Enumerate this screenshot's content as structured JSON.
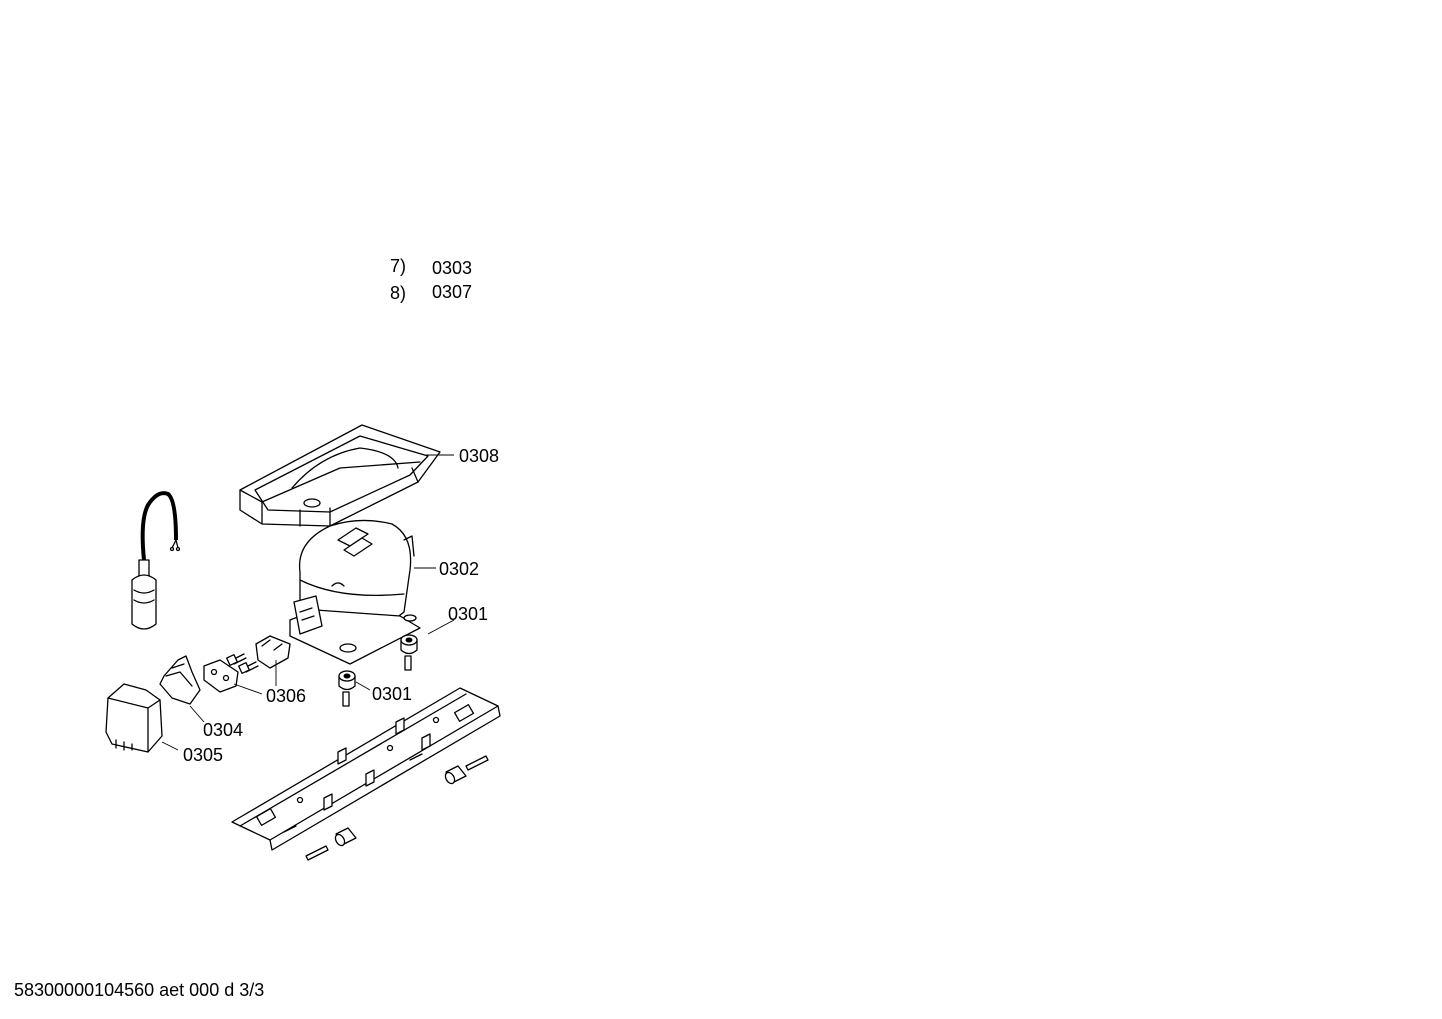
{
  "notes": [
    {
      "index": "7)",
      "ref": "0303"
    },
    {
      "index": "8)",
      "ref": "0307"
    }
  ],
  "callouts": {
    "tray": "0308",
    "compressor": "0302",
    "mount_right": "0301",
    "mount_left": "0301",
    "clip_screws": "0306",
    "relay": "0304",
    "cover": "0305"
  },
  "footer": "58300000104560 aet 000 d 3/3"
}
